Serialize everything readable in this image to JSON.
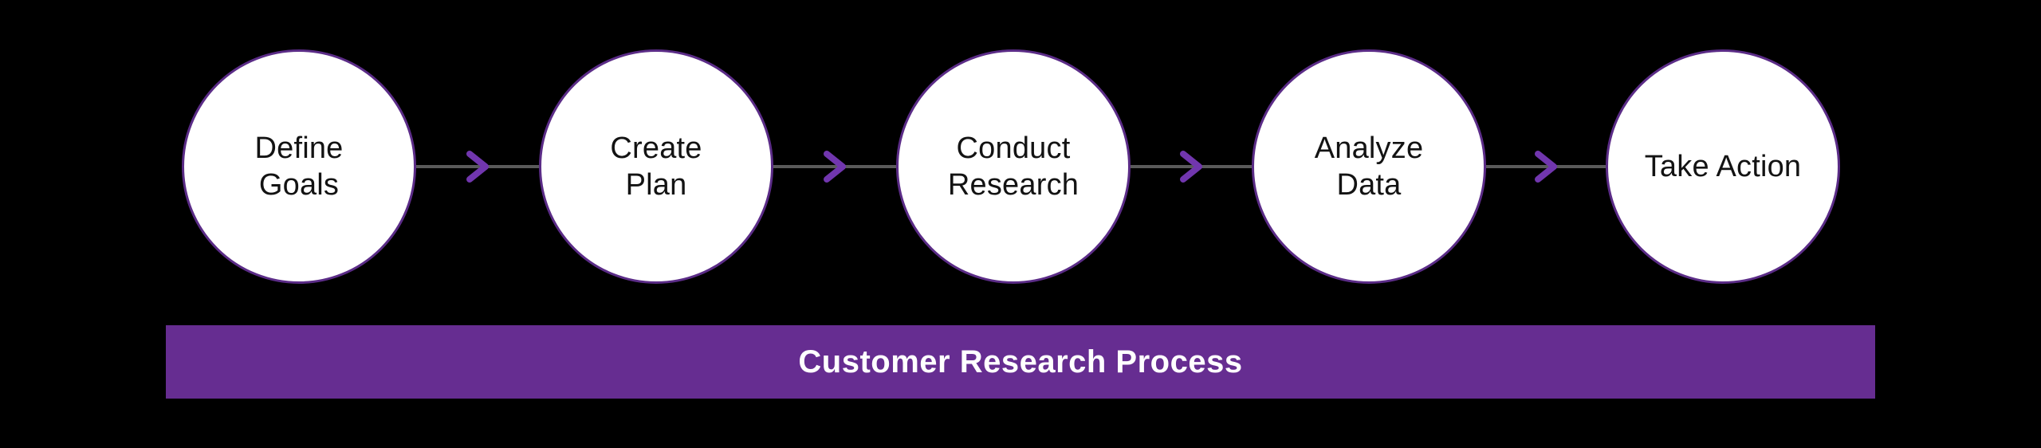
{
  "diagram": {
    "title": "Customer Research Process",
    "flow_direction": "left-to-right",
    "steps": [
      {
        "label": "Define Goals"
      },
      {
        "label": "Create Plan"
      },
      {
        "label": "Conduct Research"
      },
      {
        "label": "Analyze Data"
      },
      {
        "label": "Take Action"
      }
    ]
  },
  "colors": {
    "background": "#000000",
    "circle_fill": "#ffffff",
    "circle_border": "#5b2c87",
    "connector_line": "#5a5a5a",
    "arrowhead": "#7136ae",
    "banner_bg": "#662d91",
    "banner_text": "#ffffff",
    "step_text": "#131313"
  }
}
